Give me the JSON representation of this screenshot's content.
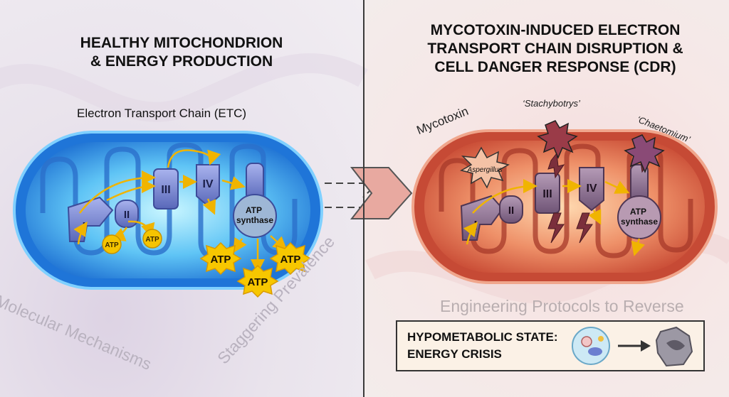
{
  "left": {
    "title": "HEALTHY MITOCHONDRION\n& ENERGY PRODUCTION",
    "etc_label": "Electron Transport Chain (ETC)",
    "complexes": [
      "I",
      "II",
      "III",
      "IV"
    ],
    "synthase_label": "ATP\nsynthase",
    "atp_label": "ATP",
    "faded_labels": [
      "Molecular Mechanisms",
      "Staggering Prevalence"
    ]
  },
  "right": {
    "title": "MYCOTOXIN-INDUCED ELECTRON\nTRANSPORT CHAIN DISRUPTION &\nCELL DANGER RESPONSE (CDR)",
    "mycotoxin_label": "Mycotoxin",
    "aspergillus_label": "Aspergillus",
    "stachybotrys_label": "‘Stachybotrys’",
    "chaetomium_label": "‘Chaetomium’",
    "complexes": [
      "I",
      "II",
      "III",
      "IV"
    ],
    "synthase_label": "ATP\nsynthase",
    "faded_label": "Engineering Protocols to Reverse",
    "hypometabolic_label": "HYPOMETABOLIC STATE:\nENERGY CRISIS"
  },
  "colors": {
    "healthy_blue": "#2a86e0",
    "inner_glow": "#a9ecff",
    "disrupted_red": "#d9563f",
    "atp_yellow": "#f5c400",
    "toxin_purple": "#8a4a76"
  }
}
